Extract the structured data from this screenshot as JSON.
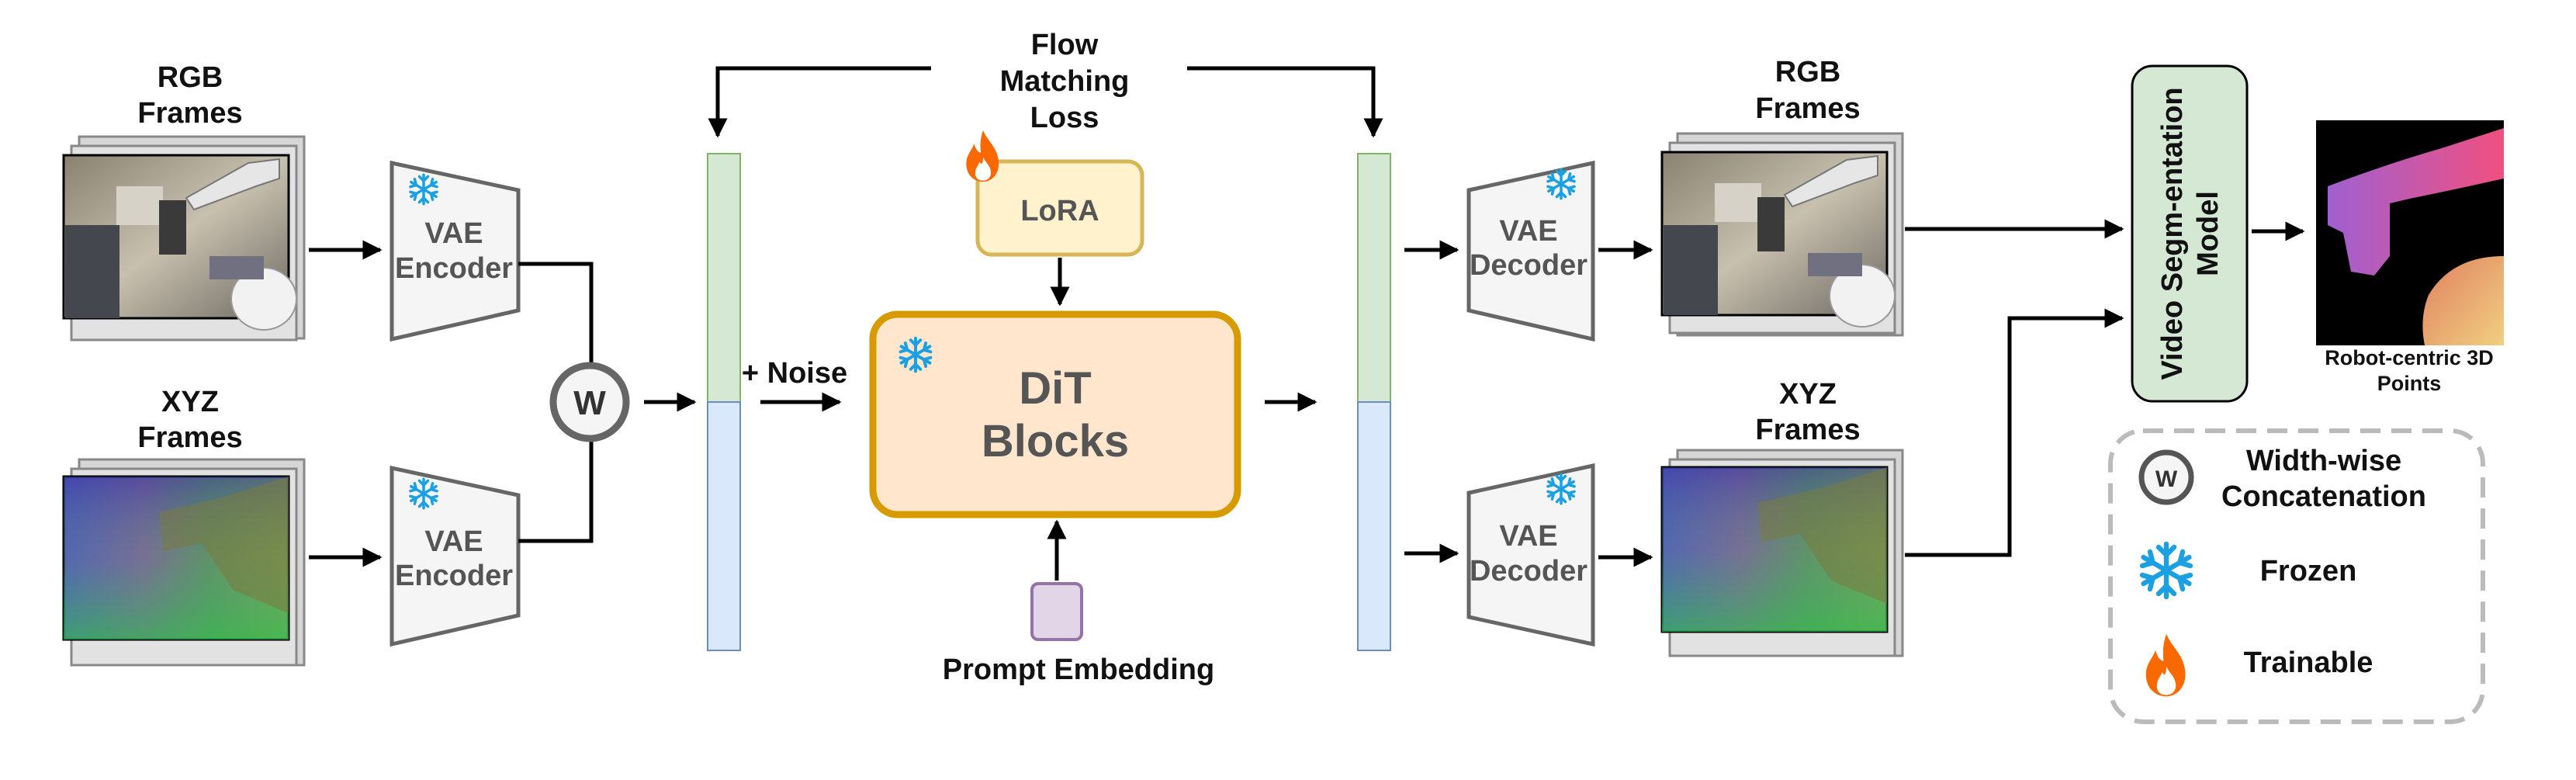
{
  "title": {
    "line1": "Flow",
    "line2": "Matching",
    "line3": "Loss"
  },
  "inputs": {
    "rgb_label": {
      "line1": "RGB",
      "line2": "Frames"
    },
    "xyz_label": {
      "line1": "XYZ",
      "line2": "Frames"
    }
  },
  "encoder": {
    "line1": "VAE",
    "line2": "Encoder"
  },
  "decoder": {
    "line1": "VAE",
    "line2": "Decoder"
  },
  "concat_symbol": "W",
  "noise_label": "+ Noise",
  "lora_label": "LoRA",
  "dit": {
    "line1": "DiT",
    "line2": "Blocks"
  },
  "prompt_label": "Prompt Embedding",
  "outputs": {
    "rgb_label": {
      "line1": "RGB",
      "line2": "Frames"
    },
    "xyz_label": {
      "line1": "XYZ",
      "line2": "Frames"
    }
  },
  "segmentation": {
    "line1": "Video Segm-entation",
    "line2": "Model"
  },
  "result": {
    "line1": "Robot-centric 3D",
    "line2": "Points"
  },
  "legend": {
    "concat_symbol": "W",
    "concat_line1": "Width-wise",
    "concat_line2": "Concatenation",
    "frozen": "Frozen",
    "trainable": "Trainable"
  },
  "colors": {
    "latent_top": "#d5e8d4",
    "latent_bottom": "#dae8fc",
    "lora_fill": "#fff2cc",
    "lora_border": "#d6b656",
    "dit_fill": "#ffe6cc",
    "dit_border": "#d79b00",
    "segmentation_fill": "#d5e8d4",
    "prompt_fill": "#e1d5e7",
    "frozen_icon": "#1ba1e2",
    "trainable_icon": "#fa6800"
  },
  "icons": [
    "snowflake-icon",
    "flame-icon"
  ]
}
